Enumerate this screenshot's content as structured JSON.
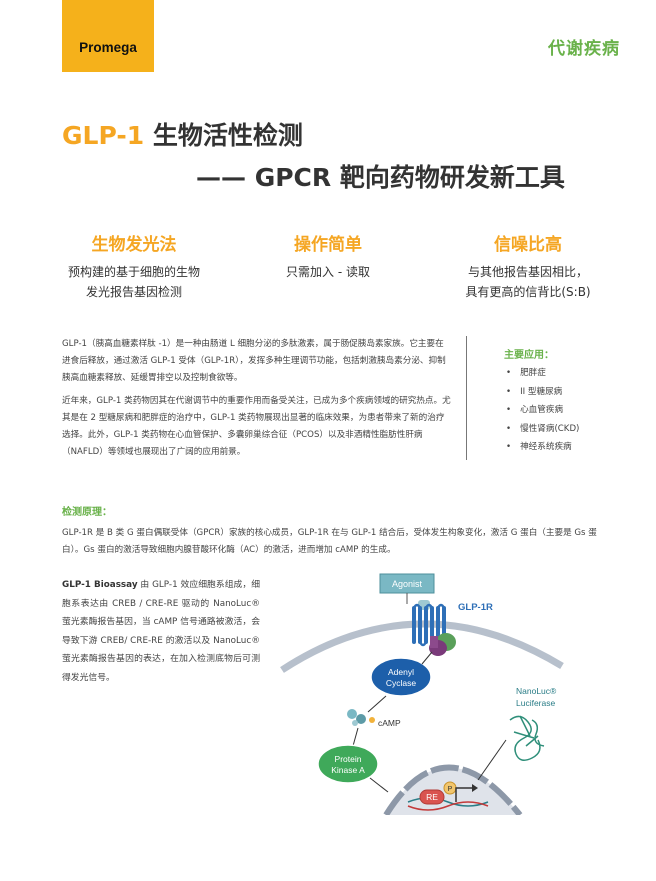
{
  "brand": {
    "logo": "Promega"
  },
  "header": {
    "category": "代谢疾病"
  },
  "title": {
    "highlight": "GLP-1",
    "line1_rest": " 生物活性检测",
    "line2": "—— GPCR 靶向药物研发新工具"
  },
  "features": [
    {
      "title": "生物发光法",
      "desc": [
        "预构建的基于细胞的生物",
        "发光报告基因检测"
      ]
    },
    {
      "title": "操作简单",
      "desc": [
        "只需加入 - 读取"
      ]
    },
    {
      "title": "信噪比高",
      "desc": [
        "与其他报告基因相比，",
        "具有更高的信背比(S:B)"
      ]
    }
  ],
  "intro": {
    "p1": "GLP-1（胰高血糖素样肽 -1）是一种由肠道 L 细胞分泌的多肽激素，属于肠促胰岛素家族。它主要在进食后释放，通过激活 GLP-1 受体（GLP-1R），发挥多种生理调节功能，包括刺激胰岛素分泌、抑制胰高血糖素释放、延缓胃排空以及控制食欲等。",
    "p2": "近年来，GLP-1 类药物因其在代谢调节中的重要作用而备受关注，已成为多个疾病领域的研究热点。尤其是在 2 型糖尿病和肥胖症的治疗中，GLP-1 类药物展现出显著的临床效果，为患者带来了新的治疗选择。此外，GLP-1 类药物在心血管保护、多囊卵巢综合征（PCOS）以及非酒精性脂肪性肝病（NAFLD）等领域也展现出了广阔的应用前景。"
  },
  "applications": {
    "title": "主要应用：",
    "items": [
      "肥胖症",
      "II 型糖尿病",
      "心血管疾病",
      "慢性肾病(CKD)",
      "神经系统疾病"
    ]
  },
  "principle": {
    "title": "检测原理：",
    "text": "GLP-1R 是 B 类 G 蛋白偶联受体（GPCR）家族的核心成员，GLP-1R 在与 GLP-1 结合后，受体发生构象变化，激活 G 蛋白（主要是 Gs 蛋白）。Gs 蛋白的激活导致细胞内腺苷酸环化酶（AC）的激活，进而增加 cAMP 的生成。"
  },
  "assay": {
    "name": "GLP-1 Bioassay",
    "text": " 由 GLP-1 效应细胞系组成，细胞系表达由 CREB / CRE-RE 驱动的 NanoLuc® 萤光素酶报告基因，当 cAMP 信号通路被激活，会导致下游 CREB/ CRE-RE 的激活以及 NanoLuc® 萤光素酶报告基因的表达，在加入检测底物后可测得发光信号。"
  },
  "diagram": {
    "agonist": "Agonist",
    "receptor": "GLP-1R",
    "adenyl": [
      "Adenyl",
      "Cyclase"
    ],
    "camp": "cAMP",
    "pka": [
      "Protein",
      "Kinase A"
    ],
    "re": "RE",
    "p": "P",
    "nanoluc": [
      "NanoLuc®",
      "Luciferase"
    ],
    "colors": {
      "agonist": "#7ab8c4",
      "receptor": "#2e6fb7",
      "adenyl": "#1d5faa",
      "pka": "#3fa95a",
      "re": "#d9534f",
      "membrane": "#b7c0cc",
      "nucleus": "#8d98a8"
    }
  }
}
